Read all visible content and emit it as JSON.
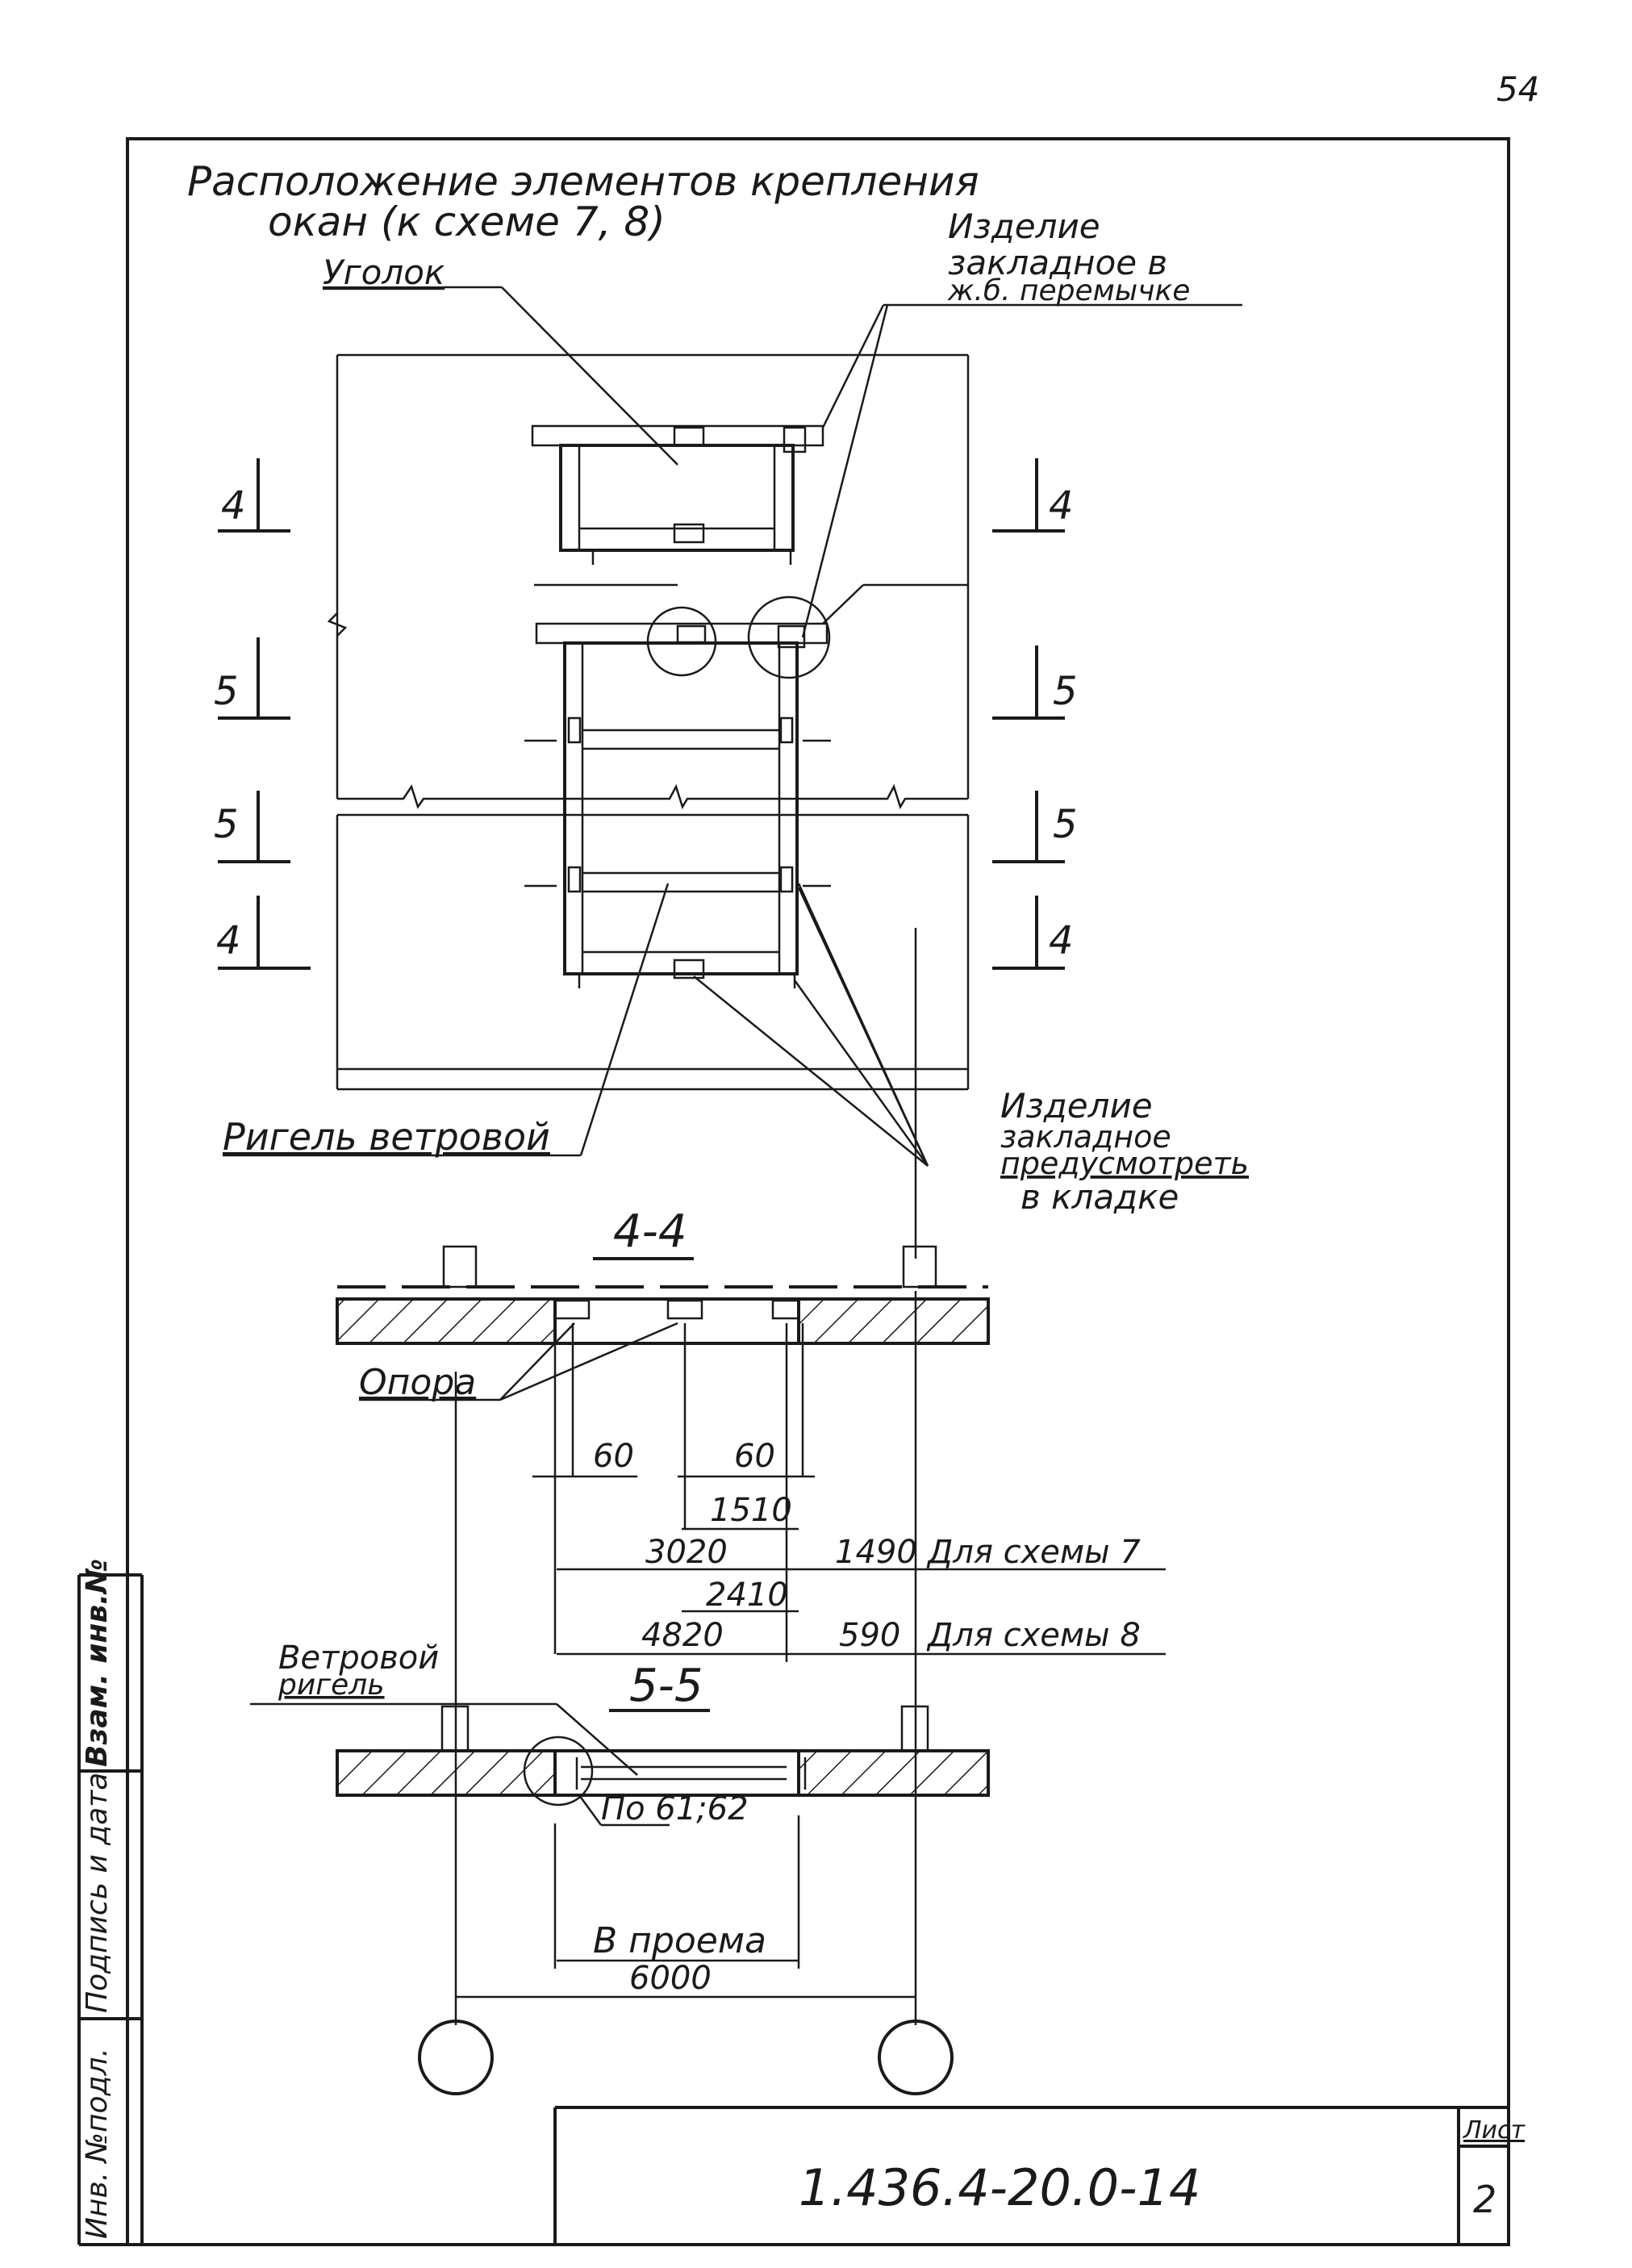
{
  "page_number": "54",
  "title": {
    "line1": "Расположение элементов крепления",
    "line2": "окан (к схеме 7, 8)"
  },
  "callouts": {
    "ugolok": "Уголок",
    "zakladnoe_top_1": "Изделие",
    "zakladnoe_top_2": "закладное в",
    "zakladnoe_top_3": "ж.б. перемычке",
    "rigel": "Ригель ветровой",
    "zakladnoe_bot_1": "Изделие",
    "zakladnoe_bot_2": "закладное",
    "zakladnoe_bot_3": "предусмотреть",
    "zakladnoe_bot_4": "в кладке",
    "opora": "Опора",
    "vetrovoi_1": "Ветровой",
    "vetrovoi_2": "ригель",
    "po": "По 61;62"
  },
  "section_marks": {
    "m4": "4",
    "m5": "5"
  },
  "sections": {
    "s44": "4-4",
    "s55": "5-5"
  },
  "dimensions": {
    "d60a": "60",
    "d60b": "60",
    "d1510": "1510",
    "d3020": "3020",
    "d1490": "1490",
    "note7": "Для схемы 7",
    "d2410": "2410",
    "d4820": "4820",
    "d590": "590",
    "note8": "Для схемы 8",
    "v_proema": "В проема",
    "d6000": "6000"
  },
  "side_stamp": {
    "inv_podl": "Инв. №подл.",
    "podpis": "Подпись и дата",
    "vzam": "Взам. инв.№"
  },
  "title_block": {
    "doc_code": "1.436.4-20.0-14",
    "list_label": "Лист",
    "list_number": "2"
  }
}
